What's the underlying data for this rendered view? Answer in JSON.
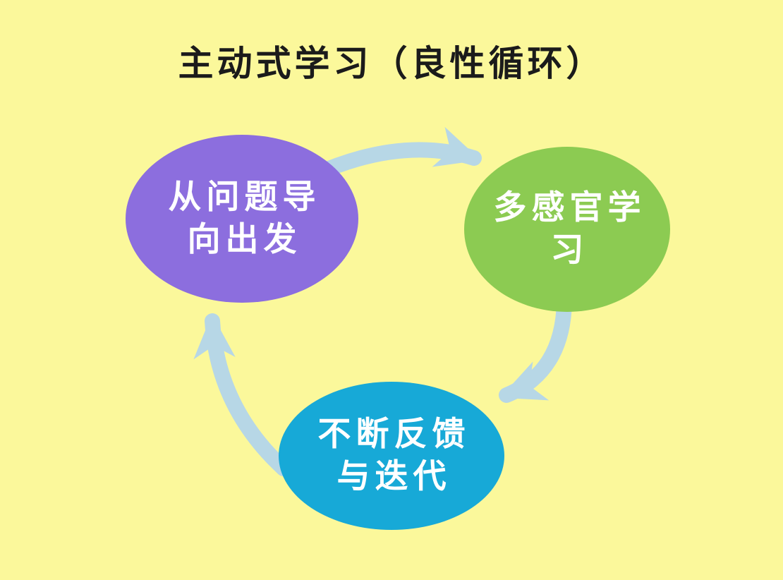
{
  "title": "主动式学习（良性循环）",
  "colors": {
    "background": "#fbf89b",
    "title_text": "#1b1b1b",
    "node_label_text": "#ffffff",
    "arrow": "#b7d7e6",
    "node_problem_fill": "#8c6ede",
    "node_sensory_fill": "#8ccb52",
    "node_feedback_fill": "#17a9d7"
  },
  "nodes": [
    {
      "id": "problem-oriented",
      "lines": [
        "从问题导",
        "向出发"
      ]
    },
    {
      "id": "multi-sensory",
      "lines": [
        "多感官学",
        "习"
      ]
    },
    {
      "id": "feedback-iteration",
      "lines": [
        "不断反馈",
        "与迭代"
      ]
    }
  ],
  "arrows": [
    {
      "id": "problem-to-sensory",
      "from": "problem-oriented",
      "to": "multi-sensory"
    },
    {
      "id": "sensory-to-feedback",
      "from": "multi-sensory",
      "to": "feedback-iteration"
    },
    {
      "id": "feedback-to-problem",
      "from": "feedback-iteration",
      "to": "problem-oriented"
    }
  ]
}
